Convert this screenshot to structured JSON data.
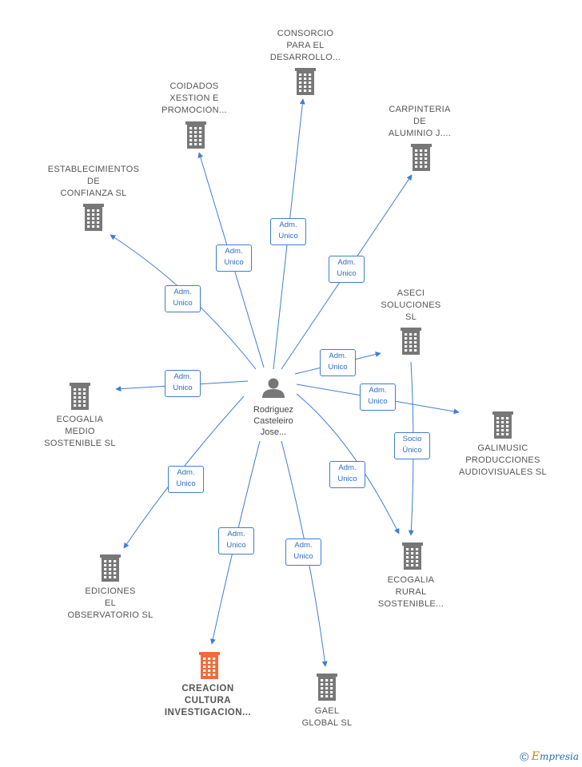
{
  "center": {
    "name": "Rodriguez Casteleiro Jose...",
    "lines": [
      "Rodriguez",
      "Casteleiro",
      "Jose..."
    ]
  },
  "companies": [
    {
      "id": "consorcio",
      "lines": [
        "CONSORCIO",
        "PARA EL",
        "DESARROLLO..."
      ],
      "highlight": false
    },
    {
      "id": "coidados",
      "lines": [
        "COIDADOS",
        "XESTION E",
        "PROMOCION..."
      ],
      "highlight": false
    },
    {
      "id": "carpinteria",
      "lines": [
        "CARPINTERIA",
        "DE",
        "ALUMINIO J...."
      ],
      "highlight": false
    },
    {
      "id": "establecimientos",
      "lines": [
        "ESTABLECIMIENTOS",
        "DE",
        "CONFIANZA SL"
      ],
      "highlight": false
    },
    {
      "id": "aseci",
      "lines": [
        "ASECI",
        "SOLUCIONES",
        "SL"
      ],
      "highlight": false
    },
    {
      "id": "ecogalia-medio",
      "lines": [
        "ECOGALIA",
        "MEDIO",
        "SOSTENIBLE SL"
      ],
      "highlight": false
    },
    {
      "id": "galimusic",
      "lines": [
        "GALIMUSIC",
        "PRODUCCIONES",
        "AUDIOVISUALES SL"
      ],
      "highlight": false
    },
    {
      "id": "ediciones",
      "lines": [
        "EDICIONES",
        "EL",
        "OBSERVATORIO SL"
      ],
      "highlight": false
    },
    {
      "id": "ecogalia-rural",
      "lines": [
        "ECOGALIA",
        "RURAL",
        "SOSTENIBLE..."
      ],
      "highlight": false
    },
    {
      "id": "creacion",
      "lines": [
        "CREACION",
        "CULTURA",
        "INVESTIGACION..."
      ],
      "highlight": true
    },
    {
      "id": "gael",
      "lines": [
        "GAEL",
        "GLOBAL SL"
      ],
      "highlight": false
    }
  ],
  "edges": [
    {
      "from": "center",
      "to": "consorcio",
      "lines": [
        "Adm.",
        "Unico"
      ]
    },
    {
      "from": "center",
      "to": "coidados",
      "lines": [
        "Adm.",
        "Unico"
      ]
    },
    {
      "from": "center",
      "to": "carpinteria",
      "lines": [
        "Adm.",
        "Unico"
      ]
    },
    {
      "from": "center",
      "to": "establecimientos",
      "lines": [
        "Adm.",
        "Unico"
      ]
    },
    {
      "from": "center",
      "to": "aseci",
      "lines": [
        "Adm.",
        "Unico"
      ]
    },
    {
      "from": "center",
      "to": "ecogalia-medio",
      "lines": [
        "Adm.",
        "Unico"
      ]
    },
    {
      "from": "center",
      "to": "galimusic",
      "lines": [
        "Adm.",
        "Unico"
      ]
    },
    {
      "from": "center",
      "to": "ediciones",
      "lines": [
        "Adm.",
        "Unico"
      ]
    },
    {
      "from": "center",
      "to": "ecogalia-rural",
      "lines": [
        "Adm.",
        "Unico"
      ]
    },
    {
      "from": "center",
      "to": "creacion",
      "lines": [
        "Adm.",
        "Unico"
      ]
    },
    {
      "from": "center",
      "to": "gael",
      "lines": [
        "Adm.",
        "Unico"
      ]
    },
    {
      "from": "aseci",
      "to": "ecogalia-rural",
      "lines": [
        "Socio",
        "Único"
      ]
    }
  ],
  "colors": {
    "edge": "#3e7dd6",
    "building": "#777777",
    "building_highlight": "#f26b3a",
    "person": "#777777"
  },
  "footer": {
    "copyright": "©",
    "brand_first": "E",
    "brand_rest": "mpresia"
  }
}
